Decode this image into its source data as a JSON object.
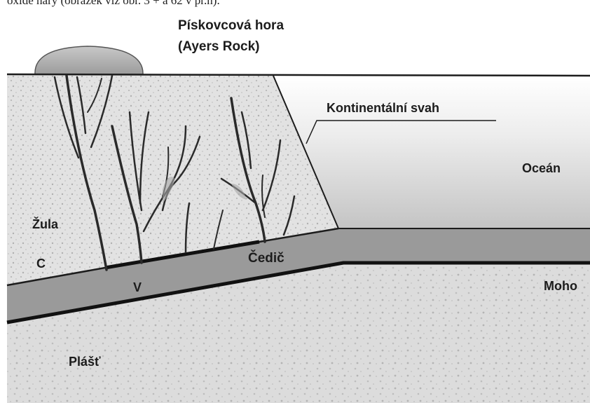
{
  "caption_fragment": "oxide hary (obrázek viz obr. 3 + a 62 v pr.n).",
  "labels": {
    "rock_title_line1": "Pískovcová hora",
    "rock_title_line2": "(Ayers Rock)",
    "continental_slope": "Kontinentální svah",
    "ocean": "Oceán",
    "granite": "Žula",
    "c_marker": "C",
    "basalt": "Čedič",
    "v_marker": "V",
    "moho": "Moho",
    "mantle": "Plášť"
  },
  "colors": {
    "ocean_top": "#ffffff",
    "ocean_bottom": "#c9c9c9",
    "granite": "#e4e4e4",
    "basalt": "#9a9a9a",
    "mantle": "#dedede",
    "sandstone_rock": "#a9a9a9",
    "ink": "#1c1c1c"
  }
}
